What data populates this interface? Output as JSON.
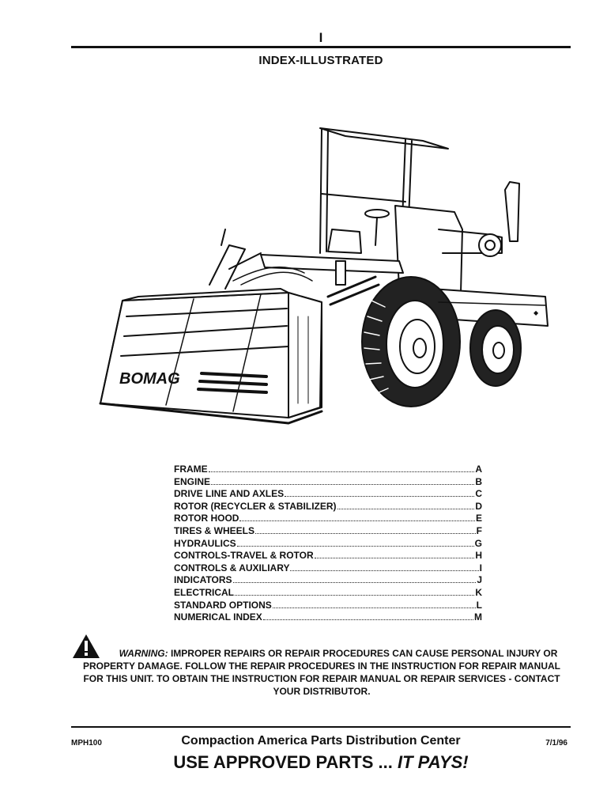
{
  "header": {
    "section_letter": "I",
    "title": "INDEX-ILLUSTRATED"
  },
  "illustration": {
    "brand_text": "BOMAG"
  },
  "toc": [
    {
      "label": "FRAME",
      "letter": "A"
    },
    {
      "label": "ENGINE",
      "letter": "B"
    },
    {
      "label": "DRIVE LINE AND AXLES",
      "letter": "C"
    },
    {
      "label": "ROTOR (RECYCLER & STABILIZER)",
      "letter": "D"
    },
    {
      "label": "ROTOR HOOD",
      "letter": "E"
    },
    {
      "label": "TIRES & WHEELS",
      "letter": "F"
    },
    {
      "label": "HYDRAULICS",
      "letter": "G"
    },
    {
      "label": "CONTROLS-TRAVEL & ROTOR",
      "letter": "H"
    },
    {
      "label": "CONTROLS & AUXILIARY",
      "letter": "I"
    },
    {
      "label": "INDICATORS",
      "letter": "J"
    },
    {
      "label": "ELECTRICAL",
      "letter": "K"
    },
    {
      "label": "STANDARD OPTIONS",
      "letter": "L"
    },
    {
      "label": "NUMERICAL INDEX",
      "letter": "M"
    }
  ],
  "warning": {
    "label": "WARNING:",
    "text": "IMPROPER REPAIRS OR REPAIR PROCEDURES CAN CAUSE PERSONAL INJURY OR PROPERTY DAMAGE. FOLLOW THE REPAIR PROCEDURES IN THE INSTRUCTION FOR REPAIR MANUAL FOR THIS UNIT. TO OBTAIN THE INSTRUCTION FOR REPAIR MANUAL OR REPAIR SERVICES - CONTACT YOUR DISTRIBUTOR."
  },
  "footer": {
    "doc_code": "MPH100",
    "date": "7/1/96",
    "center_name": "Compaction America Parts Distribution Center",
    "slogan_prefix": "USE APPROVED PARTS ...",
    "slogan_emphasis": "IT PAYS!"
  }
}
